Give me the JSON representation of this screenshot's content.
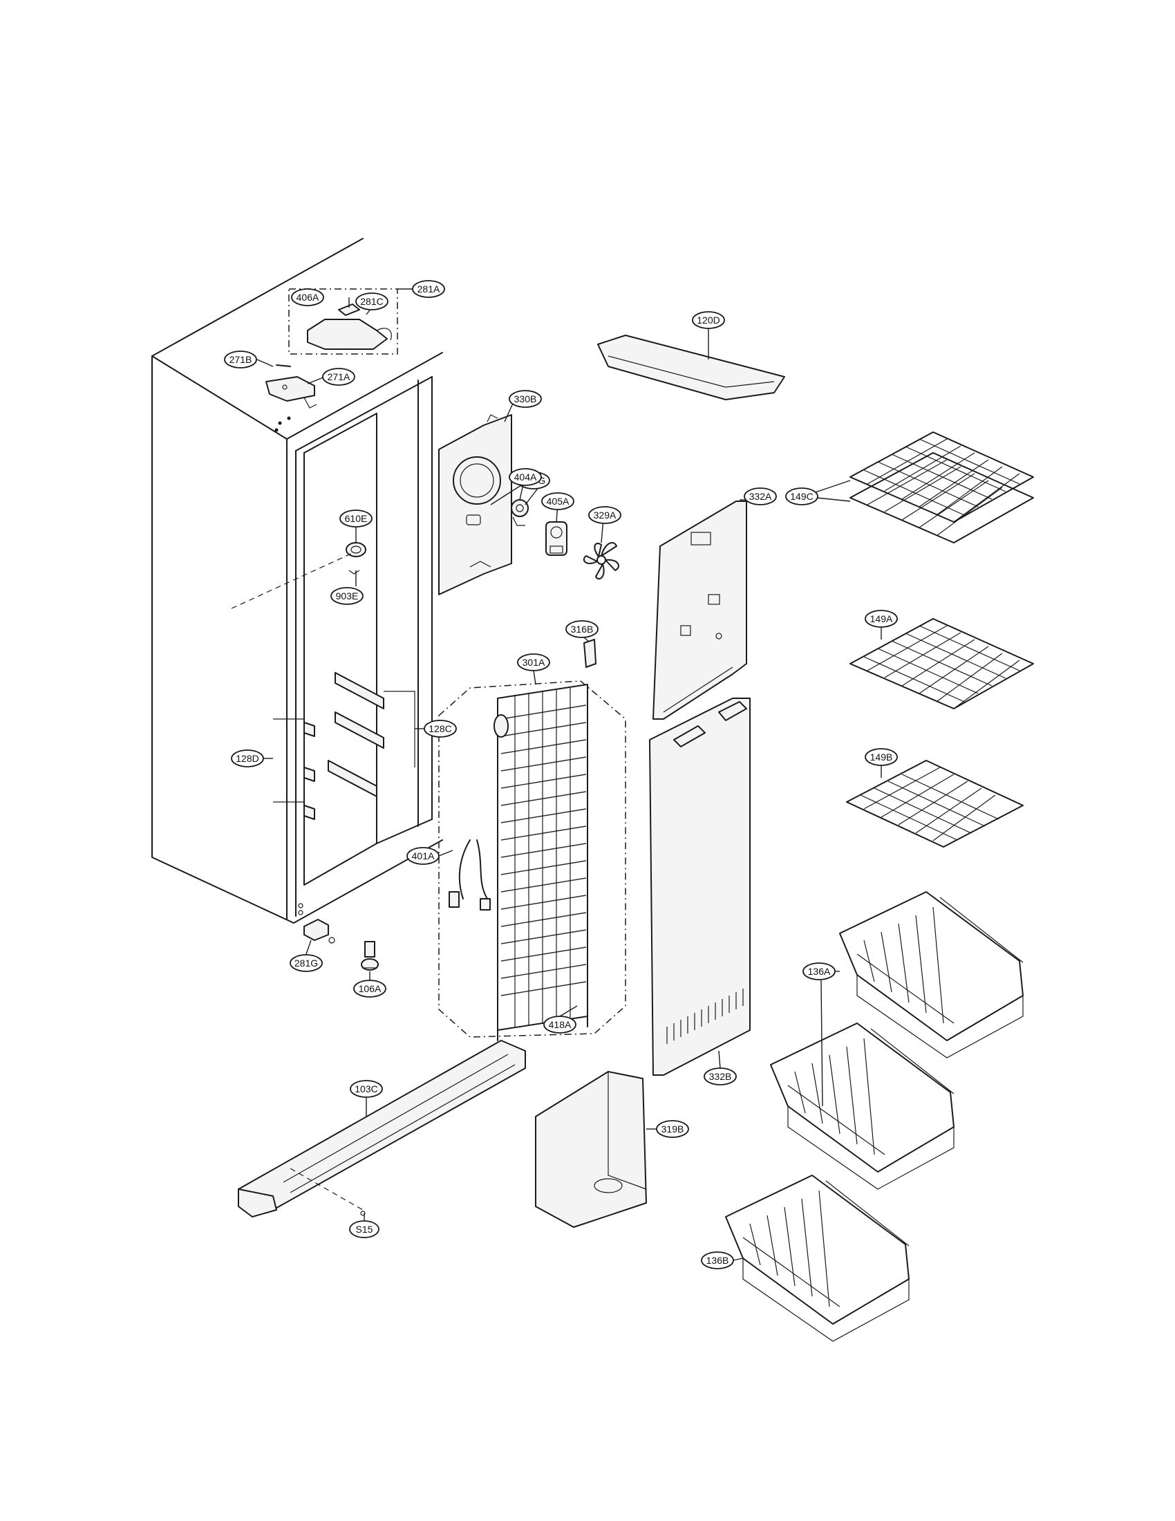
{
  "callouts": {
    "c281A": "281A",
    "c406A": "406A",
    "c281C": "281C",
    "c271B": "271B",
    "c271A": "271A",
    "c120D": "120D",
    "c330B": "330B",
    "c405G": "405G",
    "c404A": "404A",
    "c405A": "405A",
    "c329A": "329A",
    "c332A": "332A",
    "c149C": "149C",
    "c610E": "610E",
    "c903E": "903E",
    "c316B": "316B",
    "c149A": "149A",
    "c301A": "301A",
    "c128C": "128C",
    "c128D": "128D",
    "c149B": "149B",
    "c401A": "401A",
    "c136A": "136A",
    "c281G": "281G",
    "c106A": "106A",
    "c418A": "418A",
    "c332B": "332B",
    "c103C": "103C",
    "c319B": "319B",
    "cS15": "S15",
    "c136B": "136B"
  }
}
